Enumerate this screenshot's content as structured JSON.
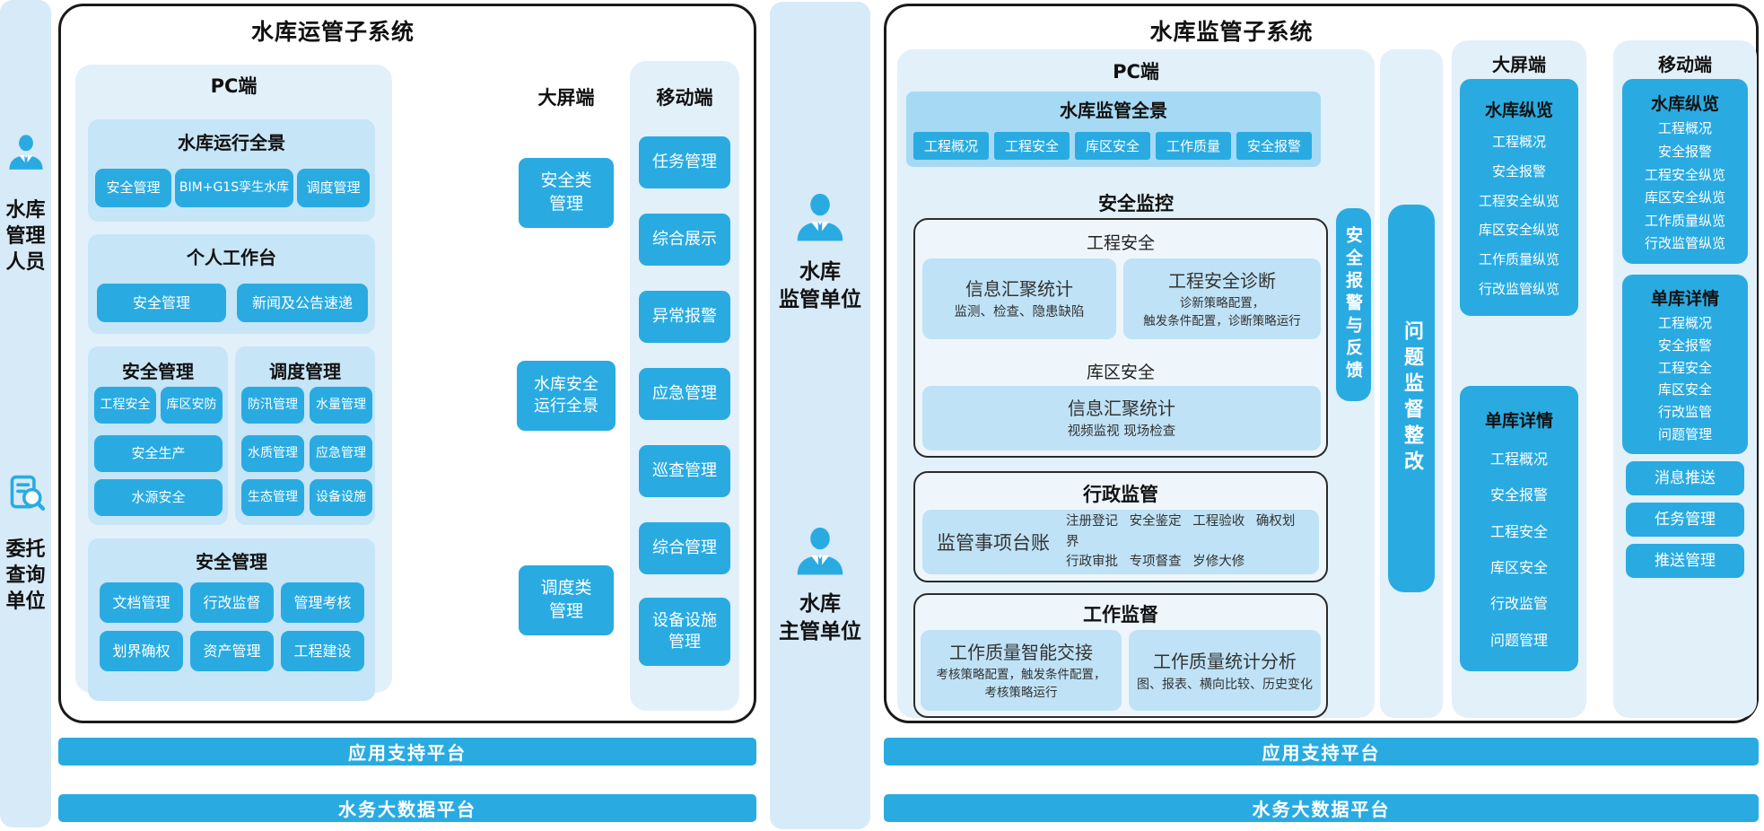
{
  "palette": {
    "cyan": "#29abe2",
    "region_light": "#e2f0fa",
    "box_light": "#c6e5f7",
    "overview_blue": "#a6d9f3",
    "subbox_blue": "#bfe2f6",
    "strip_blue": "#d7eaf7",
    "border_dark": "#1a1a1a"
  },
  "left_strip": {
    "actor1_label": "水库\n管理\n人员",
    "actor2_label": "委托\n查询\n单位"
  },
  "mid_strip": {
    "actor1_label": "水库\n监管单位",
    "actor2_label": "水库\n主管单位"
  },
  "left_panel": {
    "title": "水库运管子系统",
    "pc_header": "PC端",
    "box1_title": "水库运行全景",
    "box1_b1": "安全管理",
    "box1_b2": "BIM+G1S孪生水库",
    "box1_b3": "调度管理",
    "box2_title": "个人工作台",
    "box2_b1": "安全管理",
    "box2_b2": "新闻及公告速递",
    "box3_title": "安全管理",
    "box3_b1": "工程安全",
    "box3_b2": "库区安防",
    "box3_b3": "安全生产",
    "box3_b4": "水源安全",
    "box4_title": "调度管理",
    "box4_b1": "防汛管理",
    "box4_b2": "水量管理",
    "box4_b3": "水质管理",
    "box4_b4": "应急管理",
    "box4_b5": "生态管理",
    "box4_b6": "设备设施",
    "box5_title": "安全管理",
    "box5_b1": "文档管理",
    "box5_b2": "行改监督",
    "box5_b3": "管理考核",
    "box5_b4": "划界确权",
    "box5_b5": "资产管理",
    "box5_b6": "工程建设",
    "big_header": "大屏端",
    "big_b1": "安全类\n管理",
    "big_b2": "水库安全\n运行全景",
    "big_b3": "调度类\n管理",
    "mob_header": "移动端",
    "mob_b1": "任务管理",
    "mob_b2": "综合展示",
    "mob_b3": "异常报警",
    "mob_b4": "应急管理",
    "mob_b5": "巡查管理",
    "mob_b6": "综合管理",
    "mob_b7": "设备设施\n管理"
  },
  "right_panel": {
    "title": "水库监管子系统",
    "pc_header": "PC端",
    "ov_title": "水库监管全景",
    "ov_tab1": "工程概况",
    "ov_tab2": "工程安全",
    "ov_tab3": "库区安全",
    "ov_tab4": "工作质量",
    "ov_tab5": "安全报警",
    "mon_title": "安全监控",
    "mon_eng": "工程安全",
    "mon_info1_title": "信息汇聚统计",
    "mon_info1_sub": "监测、检查、隐患缺陷",
    "mon_diag_title": "工程安全诊断",
    "mon_diag_sub": "诊新策略配置，\n触发条件配置，诊断策略运行",
    "mon_area": "库区安全",
    "mon_info2_title": "信息汇聚统计",
    "mon_info2_sub": "视频监视  现场检查",
    "alarm_bar": "安全报警与反馈",
    "problem_bar": "问题监督整改",
    "adm_title": "行政监管",
    "adm_ledger": "监管事项台账",
    "adm_line1": "注册登记 安全鉴定 工程验收 确权划界",
    "adm_line2": "行政审批 专项督查 岁修大修",
    "work_title": "工作监督",
    "work1_title": "工作质量智能交接",
    "work1_sub": "考核策略配置，触发条件配置，\n考核策略运行",
    "work2_title": "工作质量统计分析",
    "work2_sub": "图、报表、横向比较、历史变化",
    "big_header": "大屏端",
    "big_g1_title": "水库纵览",
    "big_g1_i1": "工程概况",
    "big_g1_i2": "安全报警",
    "big_g1_i3": "工程安全纵览",
    "big_g1_i4": "库区安全纵览",
    "big_g1_i5": "工作质量纵览",
    "big_g1_i6": "行改监管纵览",
    "big_g2_title": "单库详情",
    "big_g2_i1": "工程概况",
    "big_g2_i2": "安全报警",
    "big_g2_i3": "工程安全",
    "big_g2_i4": "库区安全",
    "big_g2_i5": "行改监管",
    "big_g2_i6": "问题管理",
    "mob_header": "移动端",
    "mob_g1_title": "水库纵览",
    "mob_g1_i1": "工程概况",
    "mob_g1_i2": "安全报警",
    "mob_g1_i3": "工程安全纵览",
    "mob_g1_i4": "库区安全纵览",
    "mob_g1_i5": "工作质量纵览",
    "mob_g1_i6": "行改监管纵览",
    "mob_g2_title": "单库详情",
    "mob_g2_i1": "工程概况",
    "mob_g2_i2": "安全报警",
    "mob_g2_i3": "工程安全",
    "mob_g2_i4": "库区安全",
    "mob_g2_i5": "行改监管",
    "mob_g2_i6": "问题管理",
    "mob_b1": "消息推送",
    "mob_b2": "任务管理",
    "mob_b3": "推送管理"
  },
  "bottom": {
    "app": "应用支持平台",
    "bigdata": "水务大数据平台"
  }
}
